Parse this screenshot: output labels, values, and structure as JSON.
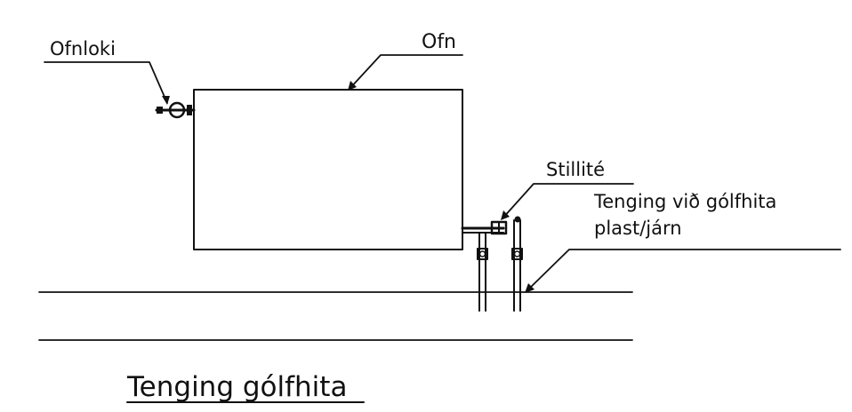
{
  "labels": {
    "ofnloki": "Ofnloki",
    "ofn": "Ofn",
    "stillite": "Stillité",
    "tenging_line1": "Tenging við gólfhita",
    "tenging_line2": "plast/járn"
  },
  "title": "Tenging gólfhita"
}
